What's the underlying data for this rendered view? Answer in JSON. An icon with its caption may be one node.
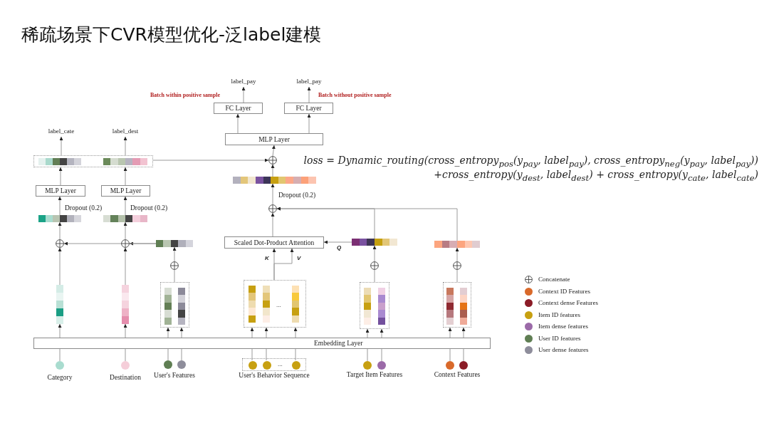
{
  "diagram": {
    "title": "稀疏场景下CVR模型优化-泛label建模",
    "nodes": [
      {
        "text": [
          "label_pay"
        ]
      },
      {
        "text": [
          "label_pay"
        ]
      },
      {
        "text": [
          "FC Layer"
        ]
      },
      {
        "text": [
          "FC Layer"
        ]
      },
      {
        "text": [
          "MLP Layer"
        ]
      },
      {
        "text": [],
        "shape": "circle"
      },
      {
        "text": [
          "label_cate"
        ]
      },
      {
        "text": [
          "label_dest"
        ]
      },
      {
        "text": [],
        "shape": "box"
      },
      {
        "text": [
          "MLP Layer"
        ]
      },
      {
        "text": [
          "MLP Layer"
        ]
      },
      {
        "text": [],
        "shape": "bar"
      },
      {
        "text": [],
        "shape": "bar"
      },
      {
        "text": [],
        "shape": "circle"
      },
      {
        "text": [],
        "shape": "circle"
      },
      {
        "text": [],
        "shape": "bar"
      },
      {
        "text": [],
        "shape": "circle"
      },
      {
        "text": [],
        "shape": "bar"
      },
      {
        "text": [],
        "shape": "bar"
      },
      {
        "text": [],
        "shape": "box"
      },
      {
        "text": [],
        "shape": "bar"
      },
      {
        "text": [],
        "shape": "circle"
      },
      {
        "text": [
          "Scaled Dot-Product Attention"
        ]
      },
      {
        "text": [],
        "shape": "bar"
      },
      {
        "text": [],
        "shape": "bar"
      },
      {
        "text": [],
        "shape": "circle"
      },
      {
        "text": [],
        "shape": "circle"
      },
      {
        "text": [
          "..."
        ]
      },
      {
        "text": [],
        "shape": "box"
      },
      {
        "text": [],
        "shape": "box"
      },
      {
        "text": [
          "Embedding Layer"
        ]
      },
      {
        "text": [],
        "shape": "circle",
        "beside": [
          "Category"
        ]
      },
      {
        "text": [],
        "shape": "circle",
        "beside": [
          "Destination"
        ]
      },
      {
        "text": [],
        "shape": "circle"
      },
      {
        "text": [],
        "shape": "circle"
      },
      {
        "text": [
          "..."
        ],
        "beside": [
          "User's Behavior Sequence"
        ]
      },
      {
        "text": [],
        "shape": "circle",
        "in": 35
      },
      {
        "text": [],
        "shape": "circle",
        "in": 35
      },
      {
        "text": [],
        "shape": "circle",
        "in": 35
      },
      {
        "text": [],
        "shape": "circle"
      },
      {
        "text": [],
        "shape": "circle"
      },
      {
        "text": [],
        "shape": "circle"
      },
      {
        "text": [],
        "shape": "circle"
      }
    ],
    "edges": [
      {
        "from": 2,
        "to": 0,
        "arrow": "to"
      },
      {
        "from": 3,
        "to": 1,
        "arrow": "to"
      },
      {
        "from": 4,
        "to": 2,
        "arrow": "to"
      },
      {
        "from": 4,
        "to": 3,
        "arrow": "to"
      },
      {
        "from": 5,
        "to": 4,
        "arrow": "to"
      },
      {
        "from": 8,
        "to": 5,
        "arrow": "to"
      },
      {
        "from": 8,
        "to": 6,
        "arrow": "to"
      },
      {
        "from": 8,
        "to": 7,
        "arrow": "to"
      },
      {
        "from": 9,
        "to": 8,
        "arrow": "to"
      },
      {
        "from": 10,
        "to": 8,
        "arrow": "to"
      },
      {
        "from": 11,
        "to": 9,
        "arrow": "to",
        "label": "Dropout (0.2)"
      },
      {
        "from": 12,
        "to": 10,
        "arrow": "to",
        "label": "Dropout (0.2)"
      },
      {
        "from": 13,
        "to": 11,
        "arrow": "to"
      },
      {
        "from": 14,
        "to": 12,
        "arrow": "to"
      },
      {
        "from": 15,
        "to": 14,
        "arrow": "to"
      },
      {
        "from": 15,
        "to": 13,
        "arrow": "to"
      },
      {
        "from": 16,
        "to": 15,
        "arrow": "to"
      },
      {
        "from": 19,
        "to": 16,
        "arrow": "none"
      },
      {
        "from": 17,
        "to": 13,
        "arrow": "to"
      },
      {
        "from": 18,
        "to": 14,
        "arrow": "to"
      },
      {
        "from": 20,
        "to": 5,
        "arrow": "to"
      },
      {
        "from": 21,
        "to": 20,
        "arrow": "to",
        "label": "Dropout (0.2)"
      },
      {
        "from": 22,
        "to": 21,
        "arrow": "to"
      },
      {
        "from": 23,
        "to": 22,
        "arrow": "to",
        "label": "Q"
      },
      {
        "from": 23,
        "to": 21,
        "arrow": "to"
      },
      {
        "from": 24,
        "to": 21,
        "arrow": "to"
      },
      {
        "from": 25,
        "to": 23,
        "arrow": "to"
      },
      {
        "from": 26,
        "to": 24,
        "arrow": "to"
      },
      {
        "from": 28,
        "to": 25,
        "arrow": "none"
      },
      {
        "from": 29,
        "to": 26,
        "arrow": "none"
      },
      {
        "from": 27,
        "to": 22,
        "arrow": "to",
        "label": "K"
      },
      {
        "from": 27,
        "to": 22,
        "arrow": "to",
        "label": "V"
      },
      {
        "from": 31,
        "to": 30,
        "arrow": "none"
      },
      {
        "from": 30,
        "to": 17,
        "arrow": "to"
      },
      {
        "from": 32,
        "to": 30,
        "arrow": "none"
      },
      {
        "from": 30,
        "to": 18,
        "arrow": "to"
      },
      {
        "from": 33,
        "to": 30,
        "arrow": "none"
      },
      {
        "from": 30,
        "to": 19,
        "arrow": "to"
      },
      {
        "from": 34,
        "to": 30,
        "arrow": "none"
      },
      {
        "from": 30,
        "to": 19,
        "arrow": "to"
      },
      {
        "from": 36,
        "to": 30,
        "arrow": "none"
      },
      {
        "from": 30,
        "to": 27,
        "arrow": "to"
      },
      {
        "from": 37,
        "to": 30,
        "arrow": "none"
      },
      {
        "from": 30,
        "to": 27,
        "arrow": "to"
      },
      {
        "from": 38,
        "to": 30,
        "arrow": "none"
      },
      {
        "from": 30,
        "to": 27,
        "arrow": "to"
      },
      {
        "from": 39,
        "to": 30,
        "arrow": "none"
      },
      {
        "from": 30,
        "to": 28,
        "arrow": "to"
      },
      {
        "from": 40,
        "to": 30,
        "arrow": "none"
      },
      {
        "from": 30,
        "to": 28,
        "arrow": "to"
      },
      {
        "from": 41,
        "to": 30,
        "arrow": "none"
      },
      {
        "from": 30,
        "to": 29,
        "arrow": "to"
      },
      {
        "from": 42,
        "to": 30,
        "arrow": "none"
      },
      {
        "from": 30,
        "to": 29,
        "arrow": "to"
      }
    ],
    "labels": [
      "Batch within positive sample",
      "Batch without positive sample",
      "User's Features",
      "Target Item Features",
      "Context Features",
      "loss = Dynamic_routing(cross_entropy$_{pos}$(y$_{pay}$, label$_{pay}$), cross_entropy$_{neg}$(y$_{pay}$, label$_{pay}$))",
      "+cross_entropy(y$_{dest}$, label$_{dest}$) + cross_entropy(y$_{cate}$, label$_{cate}$)"
    ],
    "legend": [
      {
        "text": "Concatenate"
      },
      {
        "text": "Context ID Features",
        "color": "#d9692a"
      },
      {
        "text": "Context dense Features",
        "color": "#8b1c27"
      },
      {
        "text": "Item ID features",
        "color": "#c7a011"
      },
      {
        "text": "Item dense features",
        "color": "#9b6aa8"
      },
      {
        "text": "User ID features",
        "color": "#5f7e53"
      },
      {
        "text": "User dense features",
        "color": "#8e8d9b"
      }
    ]
  }
}
